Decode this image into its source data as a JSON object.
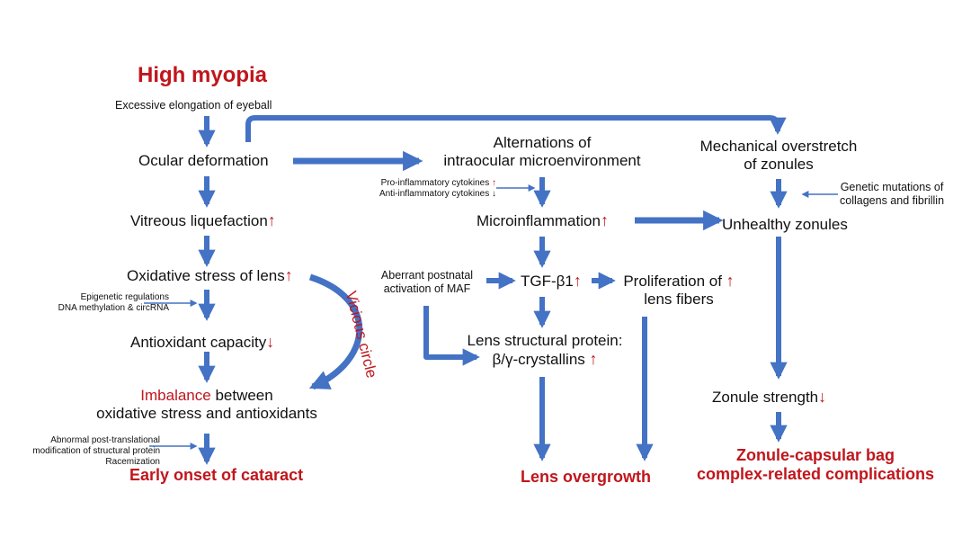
{
  "title": "High myopia",
  "left": {
    "excessive": "Excessive elongation of eyeball",
    "ocular": "Ocular deformation",
    "vitreous": "Vitreous liquefaction",
    "oxidative": "Oxidative stress of lens",
    "epigenetic_line1": "Epigenetic regulations",
    "epigenetic_line2": "DNA methylation & circRNA",
    "antioxidant": "Antioxidant capacity",
    "imbalance_red": "Imbalance",
    "imbalance_rest": " between",
    "imbalance_line2": "oxidative stress and antioxidants",
    "abnormal_line1": "Abnormal post-translational",
    "abnormal_line2": "modification of structural protein",
    "abnormal_line3": "Racemization",
    "outcome": "Early onset of cataract",
    "vicious": "Vicious circle"
  },
  "middle": {
    "alternations_line1": "Alternations of",
    "alternations_line2": "intraocular microenvironment",
    "pro": "Pro-inflammatory cytokines",
    "anti": "Anti-inflammatory cytokines",
    "microinflammation": "Microinflammation",
    "aberrant_line1": "Aberrant postnatal",
    "aberrant_line2": "activation of MAF",
    "tgf": "TGF-β1",
    "prolif_line1": "Proliferation of",
    "prolif_line2": "lens fibers",
    "lens_struct_line1": "Lens structural protein:",
    "lens_struct_line2": "β/γ-crystallins",
    "outcome": "Lens overgrowth"
  },
  "right": {
    "mech_line1": "Mechanical overstretch",
    "mech_line2": "of zonules",
    "genetic_line1": "Genetic mutations of",
    "genetic_line2": "collagens and fibrillin",
    "unhealthy": "Unhealthy zonules",
    "strength": "Zonule strength",
    "outcome_line1": "Zonule-capsular bag",
    "outcome_line2": "complex-related complications"
  },
  "symbols": {
    "up": "↑",
    "down": "↓"
  },
  "colors": {
    "arrow": "#4472c4",
    "red": "#c0161c",
    "text": "#111111"
  }
}
